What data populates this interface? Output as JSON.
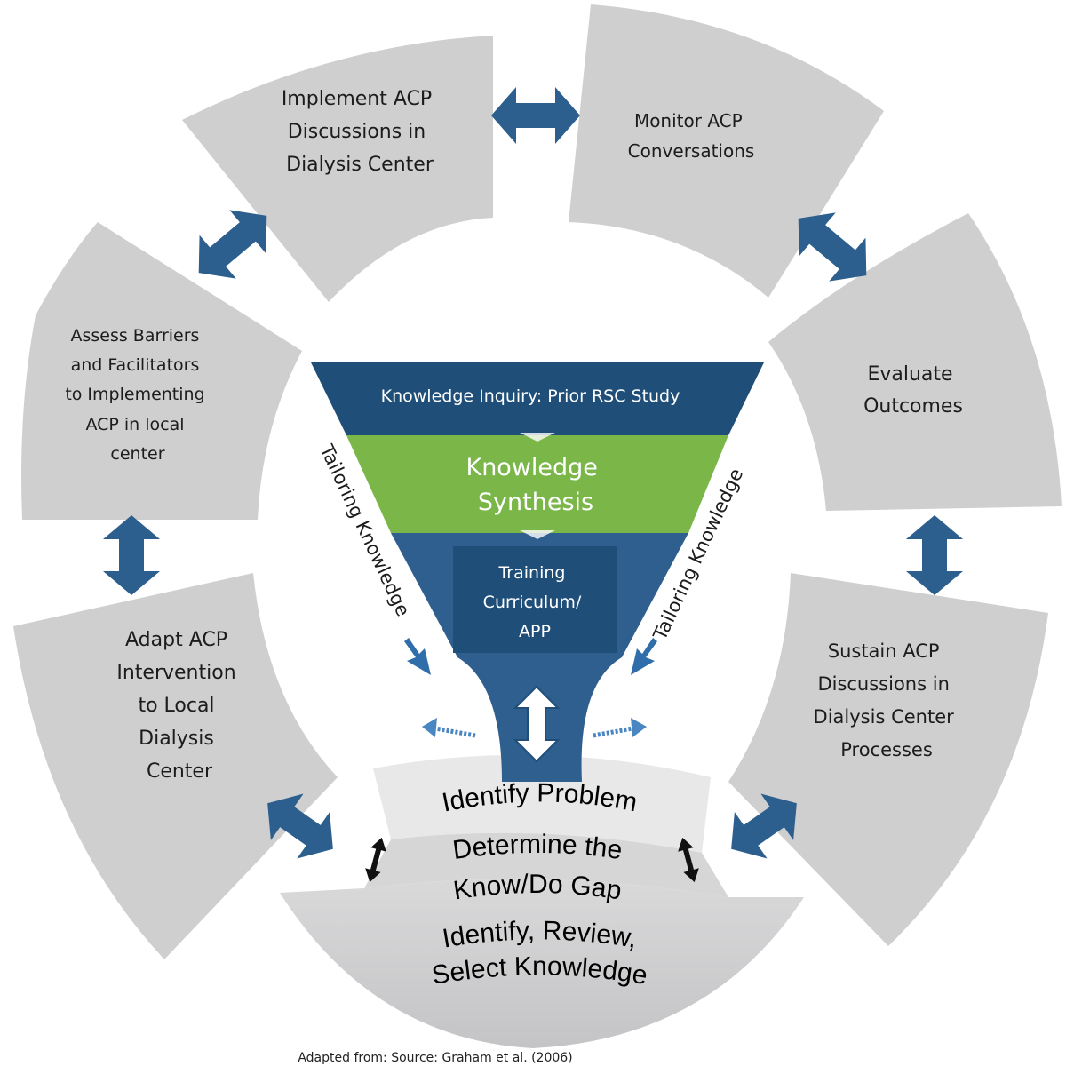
{
  "segments": {
    "implement": [
      "Implement ACP",
      "Discussions in",
      "Dialysis Center"
    ],
    "monitor": [
      "Monitor ACP",
      "Conversations"
    ],
    "assess": [
      "Assess Barriers",
      "and Facilitators",
      "to Implementing",
      "ACP in local",
      "center"
    ],
    "evaluate": [
      "Evaluate",
      "Outcomes"
    ],
    "adapt": [
      "Adapt ACP",
      "Intervention",
      "to Local",
      "Dialysis",
      "Center"
    ],
    "sustain": [
      "Sustain ACP",
      "Discussions in",
      "Dialysis Center",
      "Processes"
    ]
  },
  "funnel": {
    "inquiry": "Knowledge Inquiry: Prior RSC Study",
    "synthesis": [
      "Knowledge",
      "Synthesis"
    ],
    "tools": [
      "Training",
      "Curriculum/",
      "APP"
    ]
  },
  "tailoring": "Tailoring Knowledge",
  "bottom": {
    "identify_problem": "Identify Problem",
    "gap": [
      "Determine the",
      "Know/Do Gap"
    ],
    "select": [
      "Identify, Review,",
      "Select Knowledge"
    ]
  },
  "caption": "Adapted from: Source: Graham et al. (2006)",
  "colors": {
    "segment_gray": "#cfcfd0",
    "dark_blue": "#1f4e79",
    "mid_blue": "#2f5f8f",
    "green": "#7ab648",
    "arrow_blue": "#2c5f8d"
  }
}
